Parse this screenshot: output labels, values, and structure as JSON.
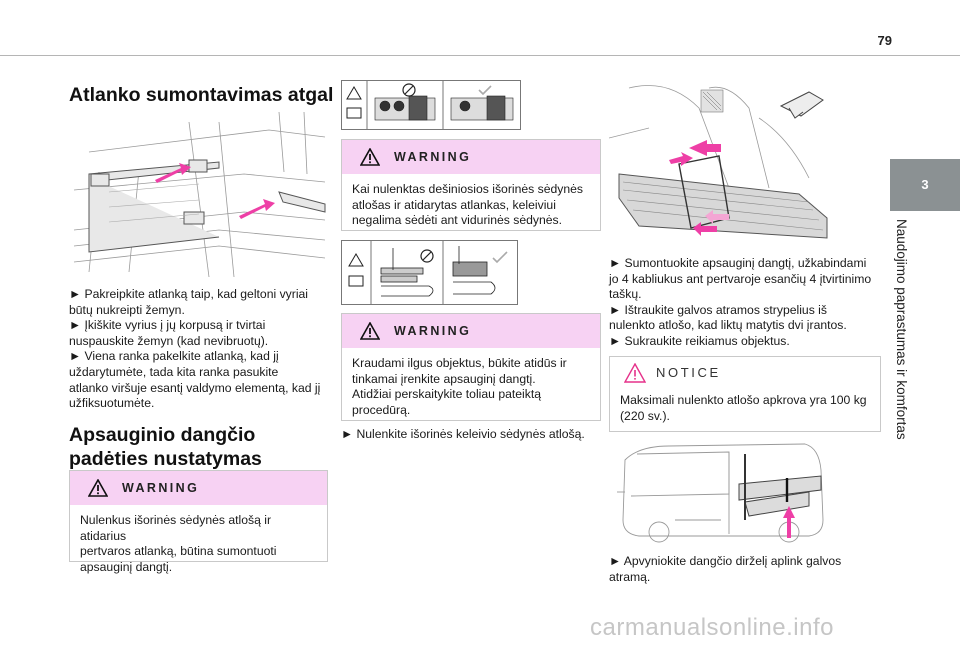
{
  "page": {
    "number": "79",
    "chapter_tab": "3",
    "chapter_title": "Naudojimo paprastumas ir komfortas",
    "watermark": "carmanualsonline.info"
  },
  "left": {
    "heading": "Atlanko sumontavimas atgal",
    "steps": [
      "► Pakreipkite atlanką taip, kad geltoni vyriai",
      "būtų nukreipti žemyn.",
      "► Įkiškite vyrius į jų korpusą ir tvirtai",
      "nuspauskite žemyn (kad nevibruotų).",
      "► Viena ranka pakelkite atlanką, kad jį",
      "uždarytumėte, tada kita ranka pasukite",
      "atlanko viršuje esantį valdymo elementą, kad jį",
      "užfiksuotumėte."
    ],
    "subheading_line1": "Apsauginio dangčio",
    "subheading_line2": "padėties nustatymas",
    "warning_label": "WARNING",
    "warning_lines": [
      "Nulenkus išorinės sėdynės atlošą ir atidarius",
      "pertvaros atlanką, būtina sumontuoti",
      "apsauginį dangtį."
    ]
  },
  "middle": {
    "warning1_label": "WARNING",
    "warning1_lines": [
      "Kai nulenktas dešiniosios išorinės sėdynės",
      "atlošas ir atidarytas atlankas, keleiviui",
      "negalima sėdėti ant vidurinės sėdynės."
    ],
    "warning2_label": "WARNING",
    "warning2_lines": [
      "Kraudami ilgus objektus, būkite atidūs ir",
      "tinkamai įrenkite apsauginį dangtį.",
      "Atidžiai perskaitykite toliau pateiktą",
      "procedūrą."
    ],
    "step": "► Nulenkite išorinės keleivio sėdynės atlošą."
  },
  "right": {
    "steps": [
      "► Sumontuokite apsauginį dangtį, užkabindami",
      "jo 4 kabliukus ant pertvaroje esančių 4 įtvirtinimo",
      "taškų.",
      "► Ištraukite galvos atramos strypelius iš",
      "nulenkto atlošo, kad liktų matytis dvi įrantos.",
      "► Sukraukite reikiamus objektus."
    ],
    "notice_label": "NOTICE",
    "notice_lines": [
      "Maksimali nulenkto atlošo apkrova yra 100 kg",
      "(220 sv.)."
    ],
    "final_step_lines": [
      "► Apvyniokite dangčio dirželį aplink galvos",
      "atramą."
    ]
  },
  "colors": {
    "warning_header_bg": "#f7d2f3",
    "arrow_pink": "#ee3fa6",
    "chapter_tab_bg": "#8b9193",
    "warning_icon": "#111111",
    "notice_icon": "#e5318a"
  },
  "icons": {
    "warning": "warning-triangle-icon",
    "notice": "notice-triangle-icon",
    "book": "manual-book-icon",
    "prohibited": "prohibited-icon",
    "check": "check-mark-icon"
  }
}
